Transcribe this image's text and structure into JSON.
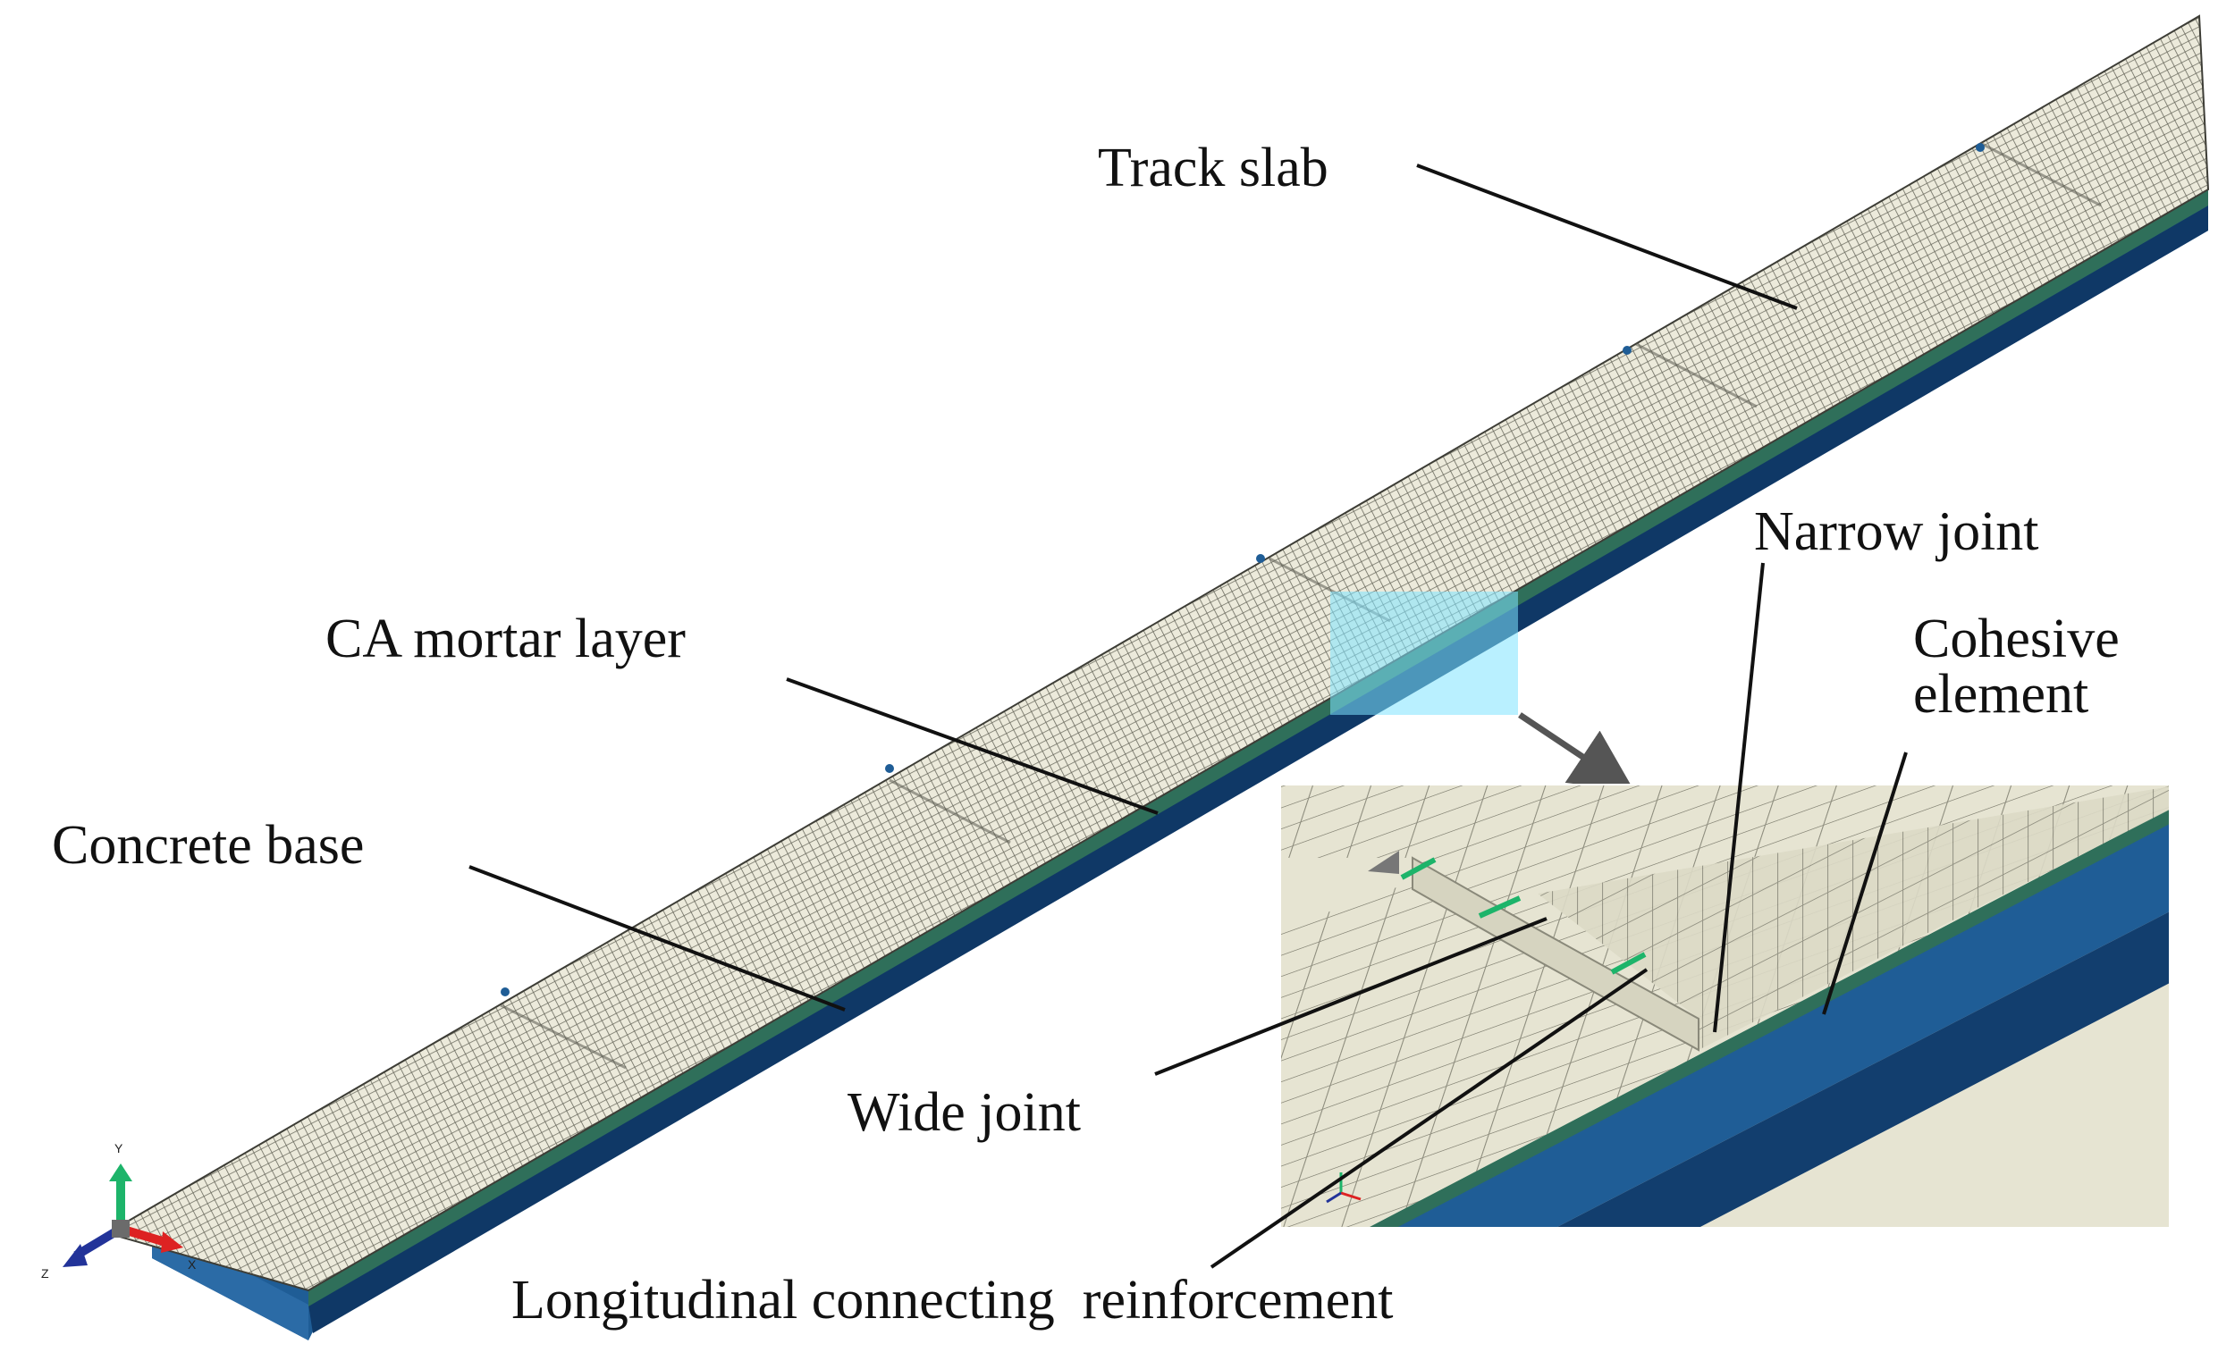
{
  "labels": {
    "track_slab": "Track slab",
    "ca_mortar": "CA mortar layer",
    "concrete_base": "Concrete base",
    "narrow_joint": "Narrow joint",
    "cohesive_1": "Cohesive",
    "cohesive_2": "element",
    "wide_joint": "Wide joint",
    "longitudinal": "Longitudinal connecting  reinforcement"
  },
  "axis_triad": {
    "y": "Y",
    "x": "X",
    "z": "Z"
  },
  "colors": {
    "slab_mesh": "#e8e6d6",
    "base_blue": "#1f5d96",
    "base_dark": "#0f3866",
    "highlight": "#7fe4ff",
    "reinforcement": "#1db46a",
    "leader": "#111111"
  }
}
